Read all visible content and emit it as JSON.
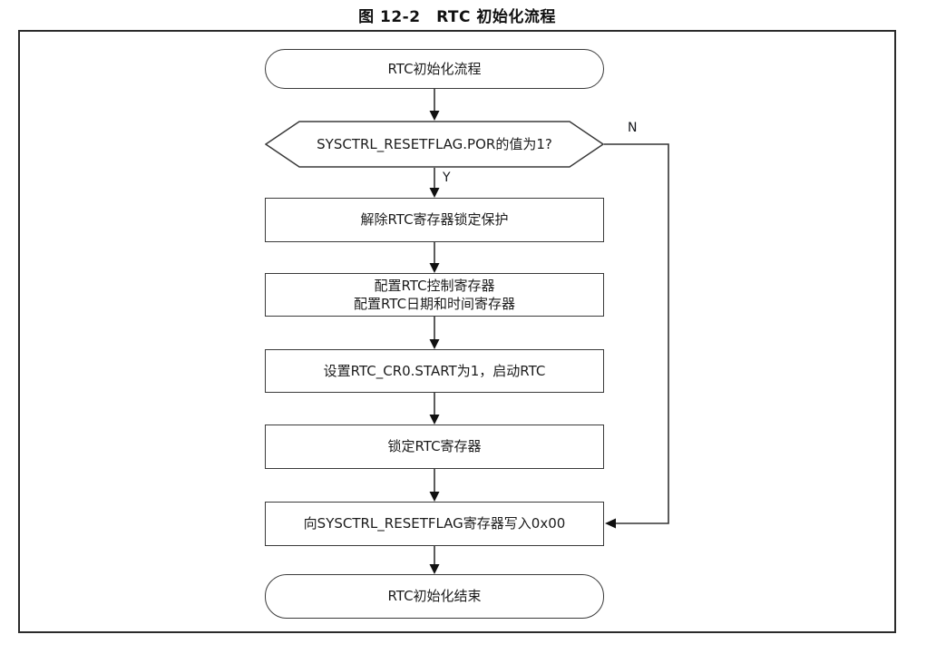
{
  "figure": {
    "title": "图 12-2　RTC 初始化流程"
  },
  "flowchart": {
    "start": {
      "label": "RTC初始化流程"
    },
    "decision": {
      "text": "SYSCTRL_RESETFLAG.POR的值为1?",
      "yes_label": "Y",
      "no_label": "N"
    },
    "steps": [
      {
        "lines": [
          "解除RTC寄存器锁定保护"
        ]
      },
      {
        "lines": [
          "配置RTC控制寄存器",
          "配置RTC日期和时间寄存器"
        ]
      },
      {
        "lines": [
          "设置RTC_CR0.START为1，启动RTC"
        ]
      },
      {
        "lines": [
          "锁定RTC寄存器"
        ]
      },
      {
        "lines": [
          "向SYSCTRL_RESETFLAG寄存器写入0x00"
        ]
      }
    ],
    "end": {
      "label": "RTC初始化结束"
    }
  },
  "colors": {
    "line": "#333333",
    "shape_border": "#3a3a3a",
    "text": "#1c1c1c",
    "background": "#ffffff"
  }
}
